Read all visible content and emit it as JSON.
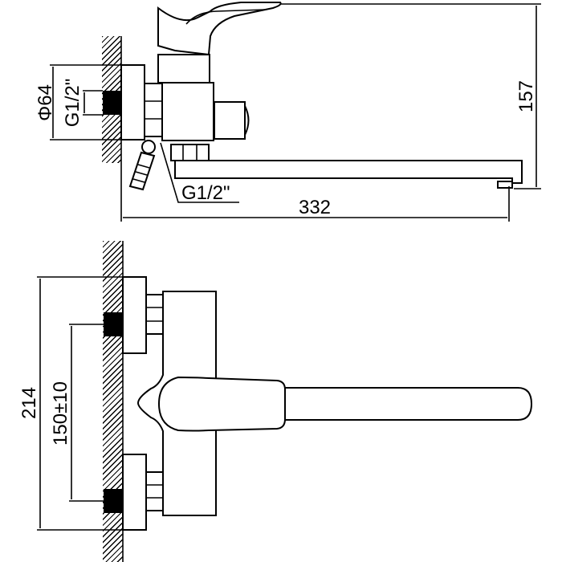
{
  "title": "Wall-mounted bath mixer dimension drawing",
  "top_view": {
    "diameter_label": "Φ64",
    "inlet_thread_label": "G1/2\"",
    "outlet_thread_label": "G1/2\"",
    "length_label": "332",
    "height_label": "157"
  },
  "front_view": {
    "overall_height_label": "214",
    "center_distance_label": "150±10"
  }
}
